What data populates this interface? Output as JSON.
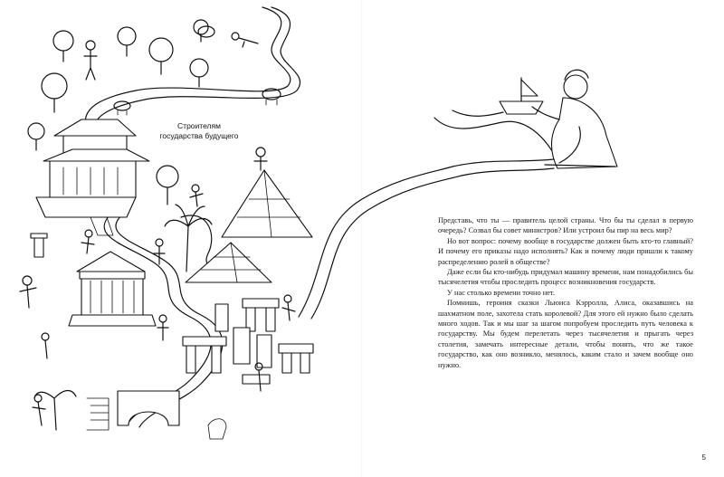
{
  "caption": {
    "line1": "Строителям",
    "line2": "государства будущего"
  },
  "body": {
    "paragraphs": [
      "Представь, что ты — правитель целой страны. Что бы ты сделал в первую очередь? Созвал бы совет министров? Или устроил бы пир на весь мир?",
      "Но вот вопрос: почему вообще в государстве должен быть кто-то главный? И почему его приказы надо исполнять? Как и почему люди пришли к такому распределению ролей в обществе?",
      "Даже если бы кто-нибудь придумал машину времени, нам понадобились бы тысячелетия чтобы проследить процесс возникновения государств.",
      "У нас столько времени точно нет.",
      "Помнишь, героиня сказки Льюиса Кэрролла, Алиса, оказавшись на шахматном поле, захотела стать королевой? Для этого ей нужно было сделать много ходов. Так и мы шаг за шагом попробуем проследить путь человека к государству. Мы будем перелетать через тысячелетия и прыгать через столетия, замечать интересные детали, чтобы понять, что же такое государство, как оно возникло, менялось, каким стало и зачем вообще оно нужно."
    ]
  },
  "page_number": "5"
}
